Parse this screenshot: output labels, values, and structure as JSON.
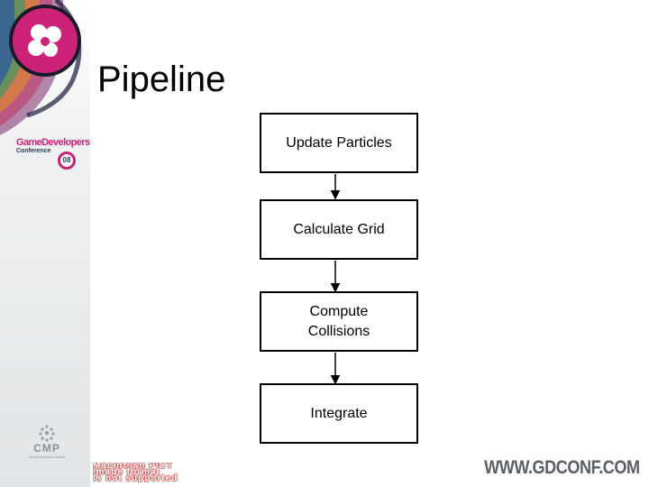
{
  "slide": {
    "title": "Pipeline",
    "steps": [
      {
        "label": "Update Particles"
      },
      {
        "label": "Calculate Grid"
      },
      {
        "label": "Compute\nCollisions"
      },
      {
        "label": "Integrate"
      }
    ]
  },
  "branding": {
    "gdc_name": "GameDevelopers",
    "gdc_conference": "Conference",
    "gdc_year": "08",
    "cmp_name": "CMP",
    "cmp_sub": "United Business Media",
    "url": "WWW.GDCONF.COM",
    "colors": {
      "accent": "#cc2277",
      "navy": "#2a3a5a"
    }
  },
  "missing_image": {
    "lines": [
      "Macintosh PICT",
      "image format",
      "is not supported"
    ]
  }
}
